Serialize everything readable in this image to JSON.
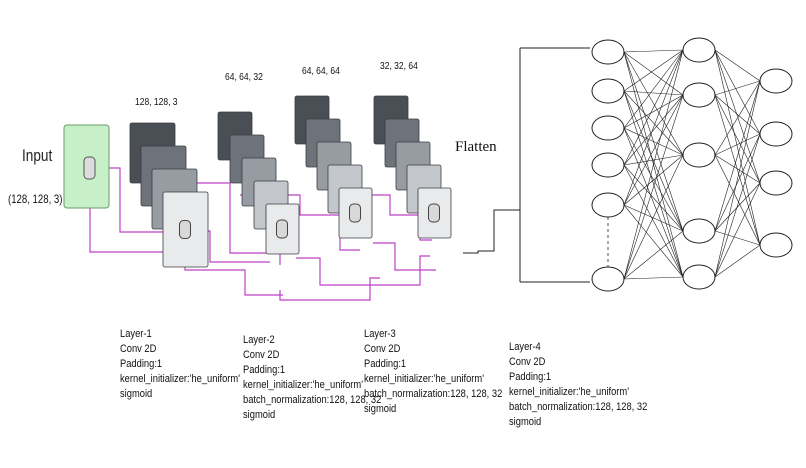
{
  "input": {
    "title": "Input",
    "shape": "(128, 128, 3)",
    "color": "#c8f0c8"
  },
  "conv_blocks": [
    {
      "dims": "128, 128, 3",
      "info": [
        "Layer-1",
        "Conv 2D",
        "Padding:1",
        "kernel_initializer:'he_uniform'",
        "sigmoid"
      ]
    },
    {
      "dims": "64, 64, 32",
      "info": [
        "Layer-2",
        "Conv 2D",
        "Padding:1",
        "kernel_initializer:'he_uniform'",
        "batch_normalization:128, 128, 32",
        "sigmoid"
      ]
    },
    {
      "dims": "64, 64, 64",
      "info": [
        "Layer-3",
        "Conv 2D",
        "Padding:1",
        "kernel_initializer:'he_uniform'",
        "batch_normalization:128, 128, 32",
        "sigmoid"
      ]
    },
    {
      "dims": "32, 32, 64",
      "info": []
    }
  ],
  "flatten_label": "Flatten",
  "dense_info": [
    "Layer-4",
    "Conv 2D",
    "Padding:1",
    "kernel_initializer:'he_uniform'",
    "batch_normalization:128, 128, 32",
    "sigmoid"
  ],
  "colors": {
    "map_shades": [
      "#4a4e55",
      "#6e737b",
      "#979ba2",
      "#c3c6cb",
      "#e9eaec"
    ],
    "connector": "#c040c8",
    "line": "#222222"
  }
}
